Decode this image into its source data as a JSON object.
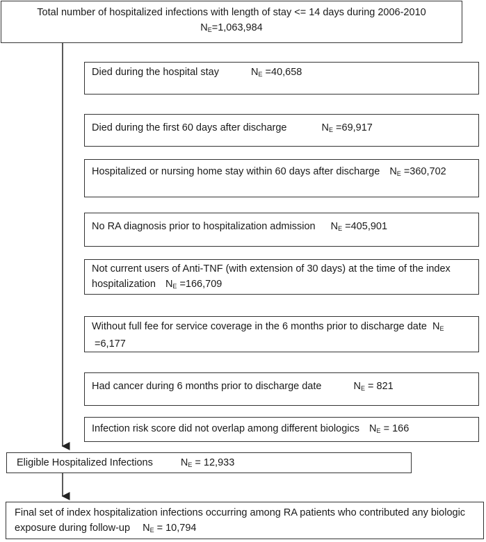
{
  "top_box": {
    "text": "Total number of hospitalized infections with length of stay <= 14 days during 2006-2010",
    "n_label": "N",
    "n_sub": "E",
    "n_value": "=1,063,984"
  },
  "exclusions": [
    {
      "text": "Died during the hospital stay",
      "n_label": "N",
      "n_sub": "E",
      "n_value": " =40,658"
    },
    {
      "text": "Died during the first 60 days after discharge",
      "n_label": "N",
      "n_sub": "E",
      "n_value": " =69,917"
    },
    {
      "text": "Hospitalized or nursing home stay within 60 days after discharge",
      "n_label": "N",
      "n_sub": "E",
      "n_value": " =360,702"
    },
    {
      "text": "No RA diagnosis prior to hospitalization admission",
      "n_label": "N",
      "n_sub": "E",
      "n_value": " =405,901"
    },
    {
      "text": "Not current users of Anti-TNF (with extension of 30 days) at the time of the index hospitalization",
      "n_label": "N",
      "n_sub": "E",
      "n_value": " =166,709"
    },
    {
      "text": "Without full fee for service coverage in the 6 months prior to discharge date",
      "n_label": "N",
      "n_sub": "E",
      "n_value": " =6,177"
    },
    {
      "text": "Had cancer during 6 months prior to discharge date",
      "n_label": "N",
      "n_sub": "E",
      "n_value": " = 821"
    },
    {
      "text": "Infection risk score did not overlap among different biologics",
      "n_label": "N",
      "n_sub": "E",
      "n_value": " = 166"
    }
  ],
  "eligible_box": {
    "text": "Eligible Hospitalized Infections",
    "n_label": "N",
    "n_sub": "E",
    "n_value": " = 12,933"
  },
  "final_box": {
    "text": "Final set of index hospitalization infections occurring among RA patients who contributed any biologic exposure during follow-up",
    "n_label": "N",
    "n_sub": "E",
    "n_value": " = 10,794"
  }
}
